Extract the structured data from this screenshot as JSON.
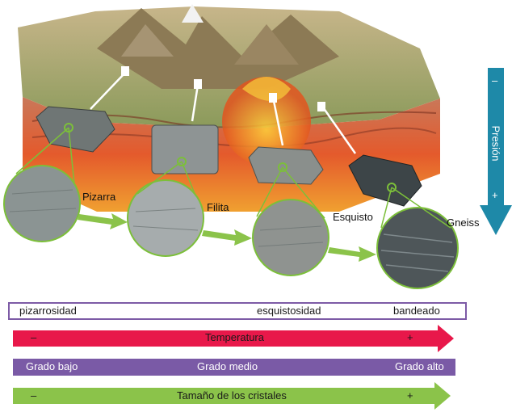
{
  "rock_labels": [
    "Pizarra",
    "Filita",
    "Esquisto",
    "Gneiss"
  ],
  "pressure": {
    "label": "Presión",
    "minus": "–",
    "plus": "+",
    "color": "#1e89a8"
  },
  "foliation": {
    "left": "pizarrosidad",
    "middle": "esquistosidad",
    "right": "bandeado"
  },
  "temperature": {
    "label": "Temperatura",
    "minus": "–",
    "plus": "+",
    "color": "#e8184a"
  },
  "grade": {
    "low": "Grado bajo",
    "medium": "Grado medio",
    "high": "Grado alto",
    "color": "#7a5aa6"
  },
  "crystals": {
    "label": "Tamaño de los cristales",
    "minus": "–",
    "plus": "+",
    "color": "#8bc34a"
  }
}
